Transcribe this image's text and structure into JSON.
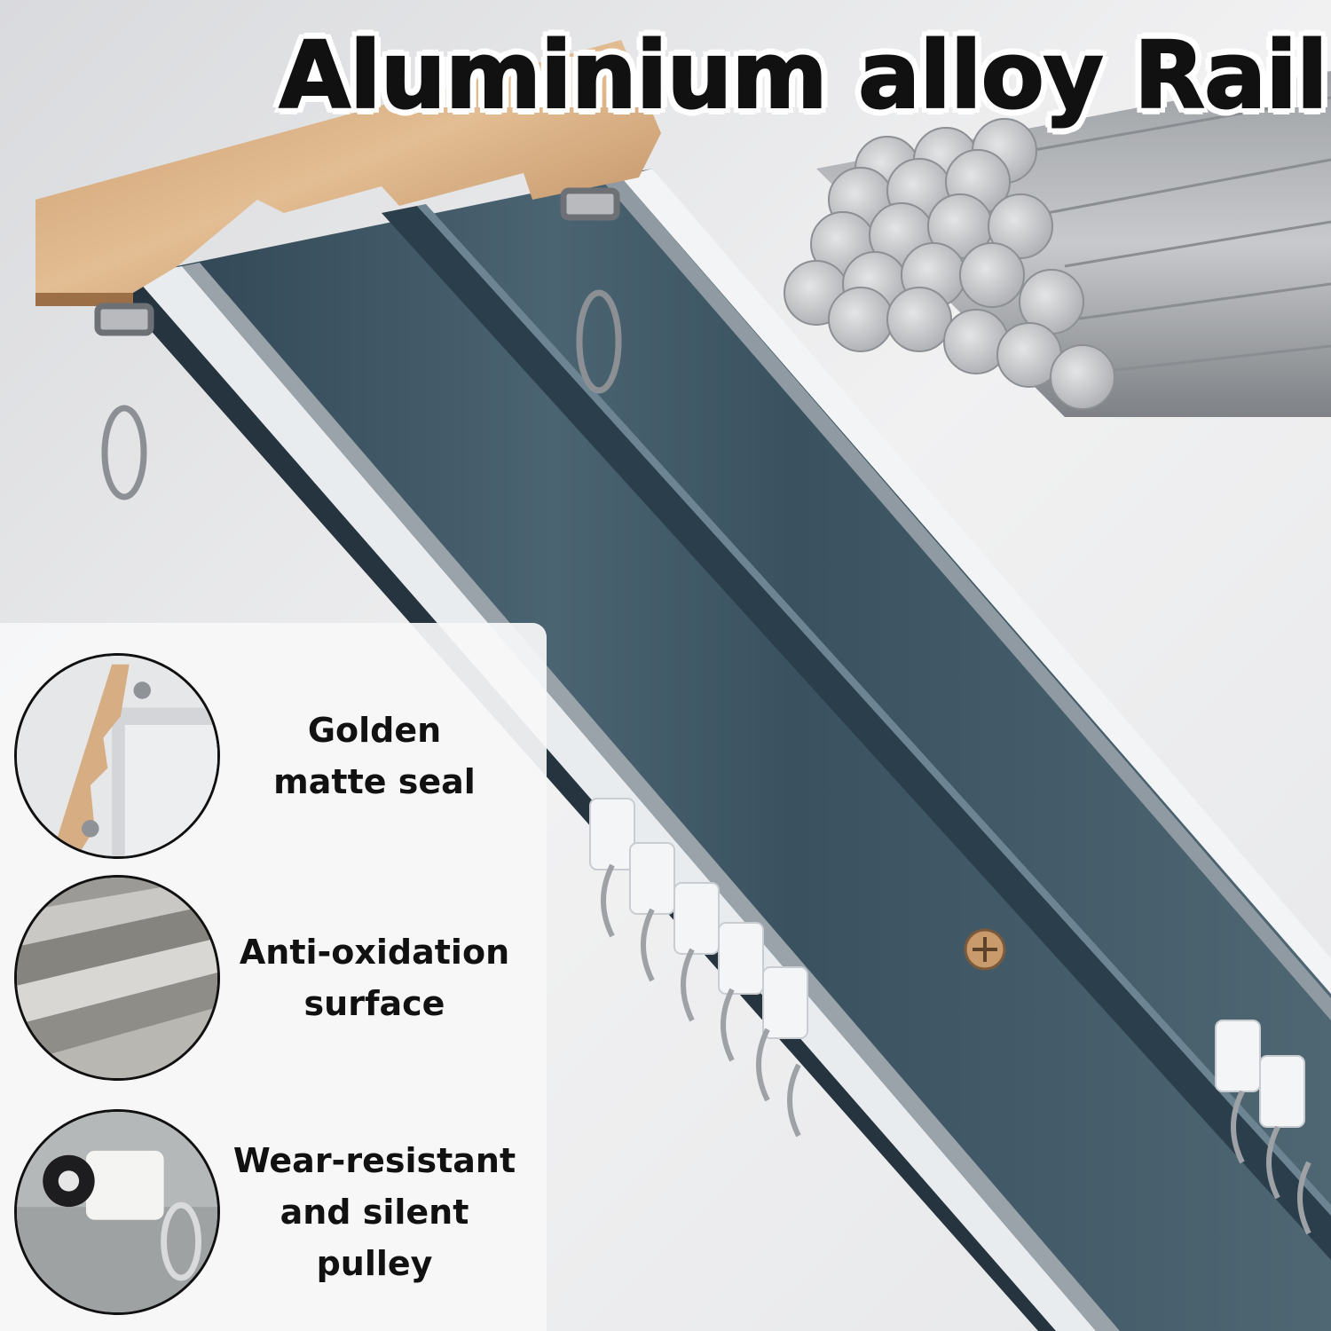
{
  "title": "Aluminium alloy Rail",
  "features": [
    {
      "lines": [
        "Golden",
        "matte seal"
      ]
    },
    {
      "lines": [
        "Anti-oxidation",
        "surface"
      ]
    },
    {
      "lines": [
        "Wear-resistant",
        "and silent",
        "pulley"
      ]
    }
  ],
  "colors": {
    "rail_blue": "#3e5563",
    "rail_highlight": "#5c7582",
    "gold": "#d4a77b",
    "silver": "#b8babd",
    "background": "#e9eaec"
  }
}
